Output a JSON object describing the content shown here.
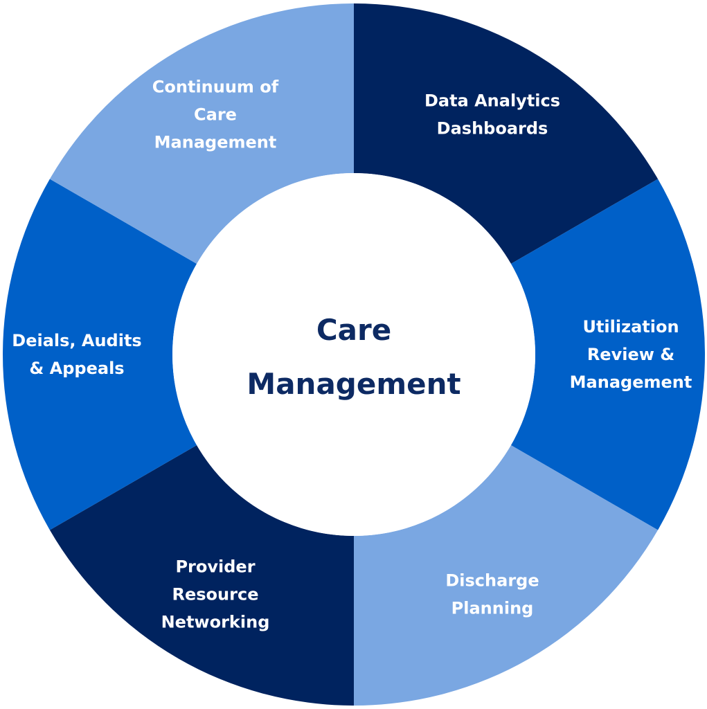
{
  "center": {
    "lines": [
      "Care",
      "Management"
    ],
    "color": "#0d2a63"
  },
  "segments": [
    {
      "lines": [
        "Data Analytics",
        "Dashboards"
      ],
      "color": "#00235f"
    },
    {
      "lines": [
        "Utilization",
        "Review &",
        "Management"
      ],
      "color": "#0060c8"
    },
    {
      "lines": [
        "Discharge",
        "Planning"
      ],
      "color": "#7aa7e2"
    },
    {
      "lines": [
        "Provider",
        "Resource",
        "Networking"
      ],
      "color": "#00235f"
    },
    {
      "lines": [
        "Deials, Audits",
        "& Appeals"
      ],
      "color": "#0060c8"
    },
    {
      "lines": [
        "Continuum of",
        "Care",
        "Management"
      ],
      "color": "#7aa7e2"
    }
  ]
}
